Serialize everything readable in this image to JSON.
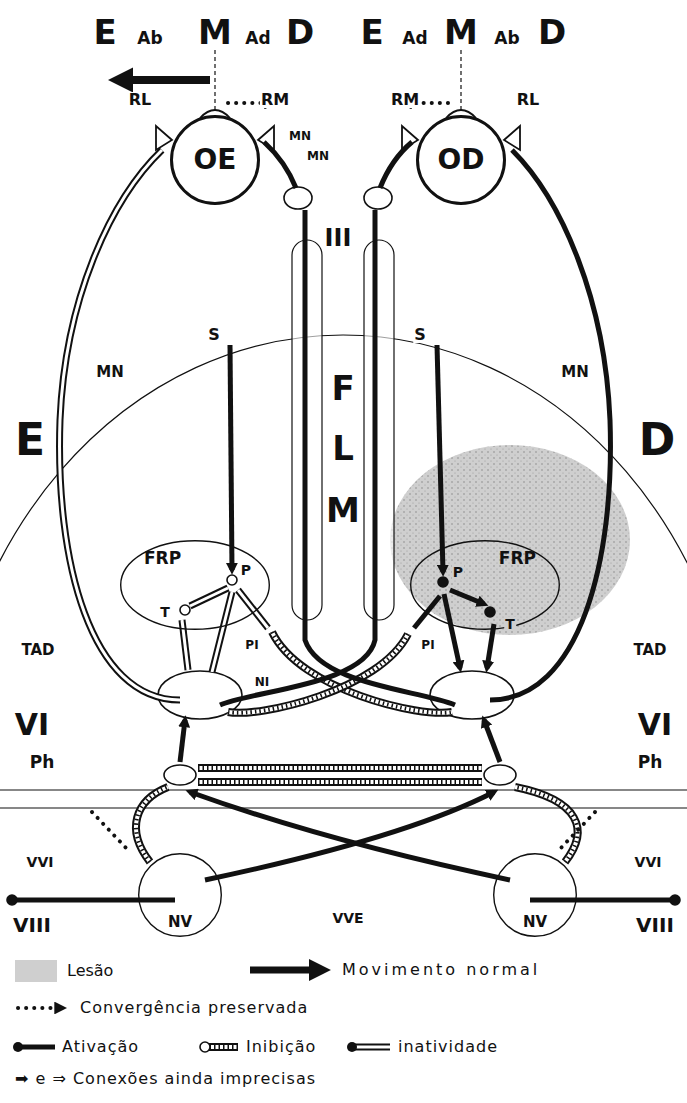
{
  "diagram": {
    "nodes": [
      {
        "text": [
          "OE"
        ]
      },
      {
        "text": [
          "OD"
        ]
      },
      {
        "text": [
          "FRP"
        ]
      },
      {
        "text": [
          "FRP"
        ]
      },
      {
        "text": [
          "NV"
        ]
      },
      {
        "text": [
          "NV"
        ]
      }
    ],
    "labels": [
      "E",
      "Ab",
      "M",
      "Ad",
      "D",
      "E",
      "Ad",
      "M",
      "Ab",
      "D",
      "RL",
      "RM",
      "RM",
      "RL",
      "MN",
      "MN",
      "III",
      "MN",
      "MN",
      "S",
      "S",
      "E",
      "D",
      "F",
      "L",
      "M",
      "TAD",
      "TAD",
      "P",
      "T",
      "P",
      "T",
      "PI",
      "PI",
      "NI",
      "VI",
      "VI",
      "Ph",
      "Ph",
      "VVI",
      "VVI",
      "VVE",
      "VIII",
      "VIII"
    ],
    "legend": [
      {
        "text": "Lesão",
        "color": "#cfcfcf"
      },
      {
        "text": "Movimento normal"
      },
      {
        "text": "Convergência preservada"
      },
      {
        "text": "Ativação"
      },
      {
        "text": "Inibição"
      },
      {
        "text": "inatividade"
      },
      {
        "text": "➡ e ⇒ Conexões ainda imprecisas"
      }
    ]
  }
}
